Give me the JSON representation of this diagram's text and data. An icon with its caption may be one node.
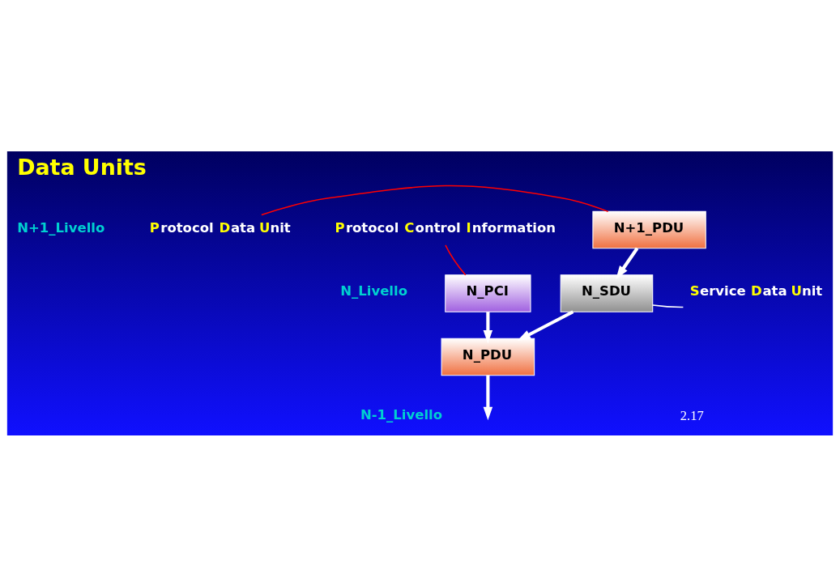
{
  "diagram": {
    "title": "Data Units",
    "nodes": [
      {
        "text": [
          "Protocol Data Unit"
        ]
      },
      {
        "text": [
          "N+1_PDU"
        ]
      },
      {
        "text": [
          "Protocol Control Information"
        ]
      },
      {
        "text": [
          "N_PCI"
        ]
      },
      {
        "text": [
          "N_SDU"
        ]
      },
      {
        "text": [
          "Service Data Unit"
        ]
      },
      {
        "text": [
          "N_PDU"
        ]
      }
    ],
    "edges": [
      {
        "from": 0,
        "to": 1,
        "arrow": "none",
        "color": "#ff0000"
      },
      {
        "from": 1,
        "to": 4,
        "arrow": "to"
      },
      {
        "from": 2,
        "to": 3,
        "arrow": "none",
        "color": "#ff0000"
      },
      {
        "from": 5,
        "to": 4,
        "arrow": "none"
      },
      {
        "from": 3,
        "to": 6,
        "arrow": "to"
      },
      {
        "from": 4,
        "to": 6,
        "arrow": "to"
      },
      {
        "from": 6,
        "to": null,
        "arrow": "to"
      }
    ],
    "labels": [
      "N+1_Livello",
      "N_Livello",
      "N-1_Livello",
      "2.17"
    ]
  }
}
